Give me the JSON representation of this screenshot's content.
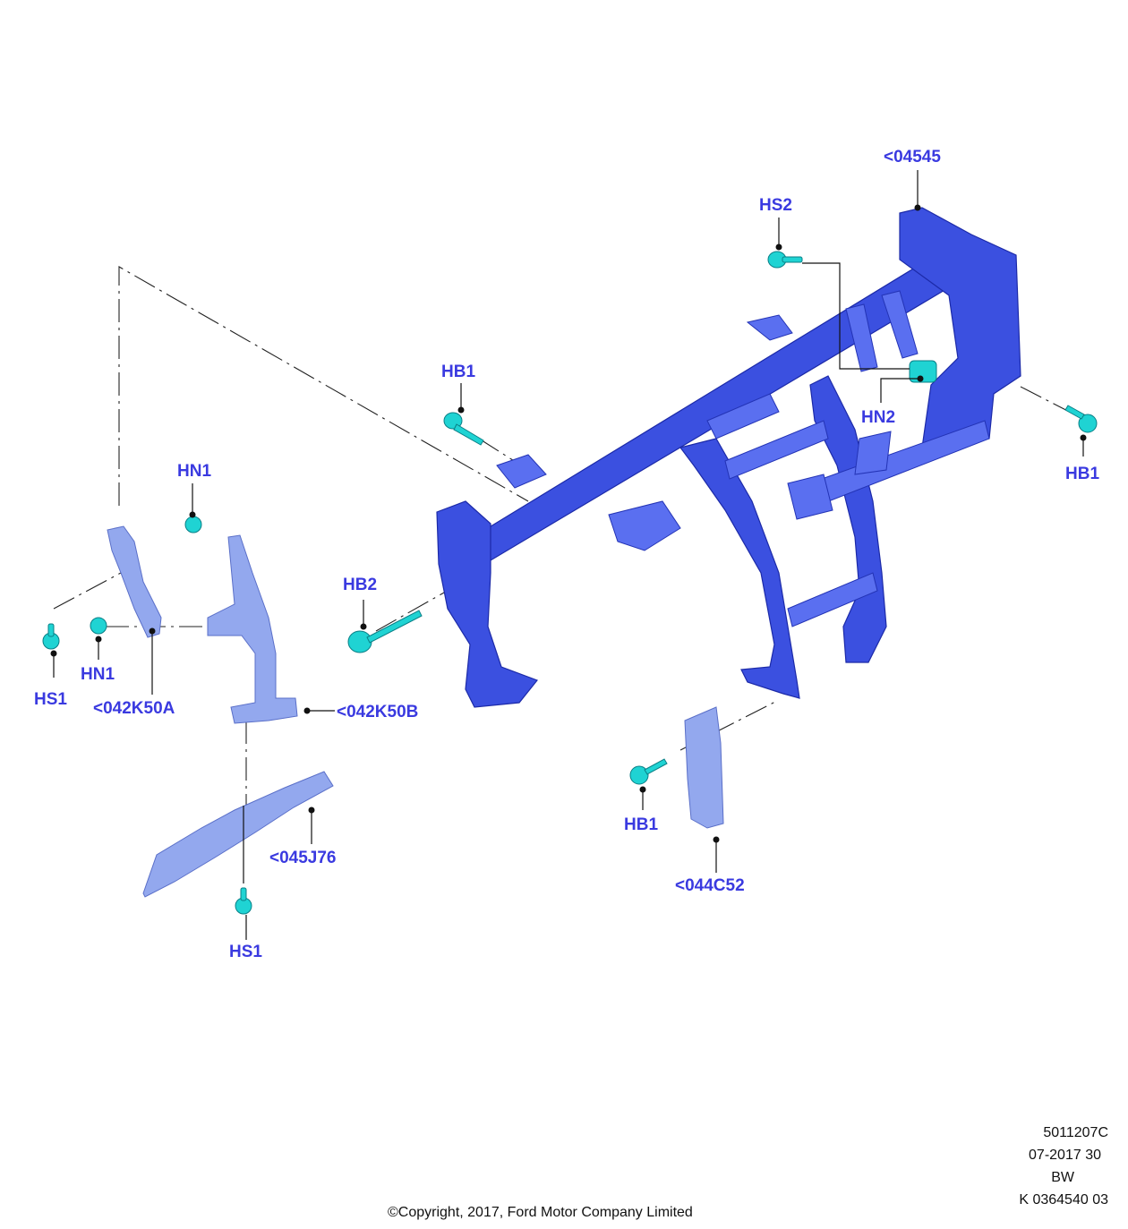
{
  "callouts": {
    "c04545": "<04545",
    "hs2": "HS2",
    "hb1_upper": "HB1",
    "hn2": "HN2",
    "hb1_right": "HB1",
    "hn1_top": "HN1",
    "hb2": "HB2",
    "hs1_left": "HS1",
    "hn1_left": "HN1",
    "c042k50a": "<042K50A",
    "c042k50b": "<042K50B",
    "c045j76": "<045J76",
    "hs1_bottom": "HS1",
    "hb1_bottom": "HB1",
    "c044c52": "<044C52"
  },
  "footer": {
    "ref_code": "5011207C",
    "date_line": "07-2017 30",
    "bw": "BW",
    "part_ref": "K 0364540 03",
    "copyright": "©Copyright, 2017, Ford Motor Company Limited"
  },
  "colors": {
    "callout_text": "#3a3ae0",
    "frame": "#3b50e0",
    "fastener": "#1fd3d3",
    "pale_bracket": "#93a8ee"
  }
}
